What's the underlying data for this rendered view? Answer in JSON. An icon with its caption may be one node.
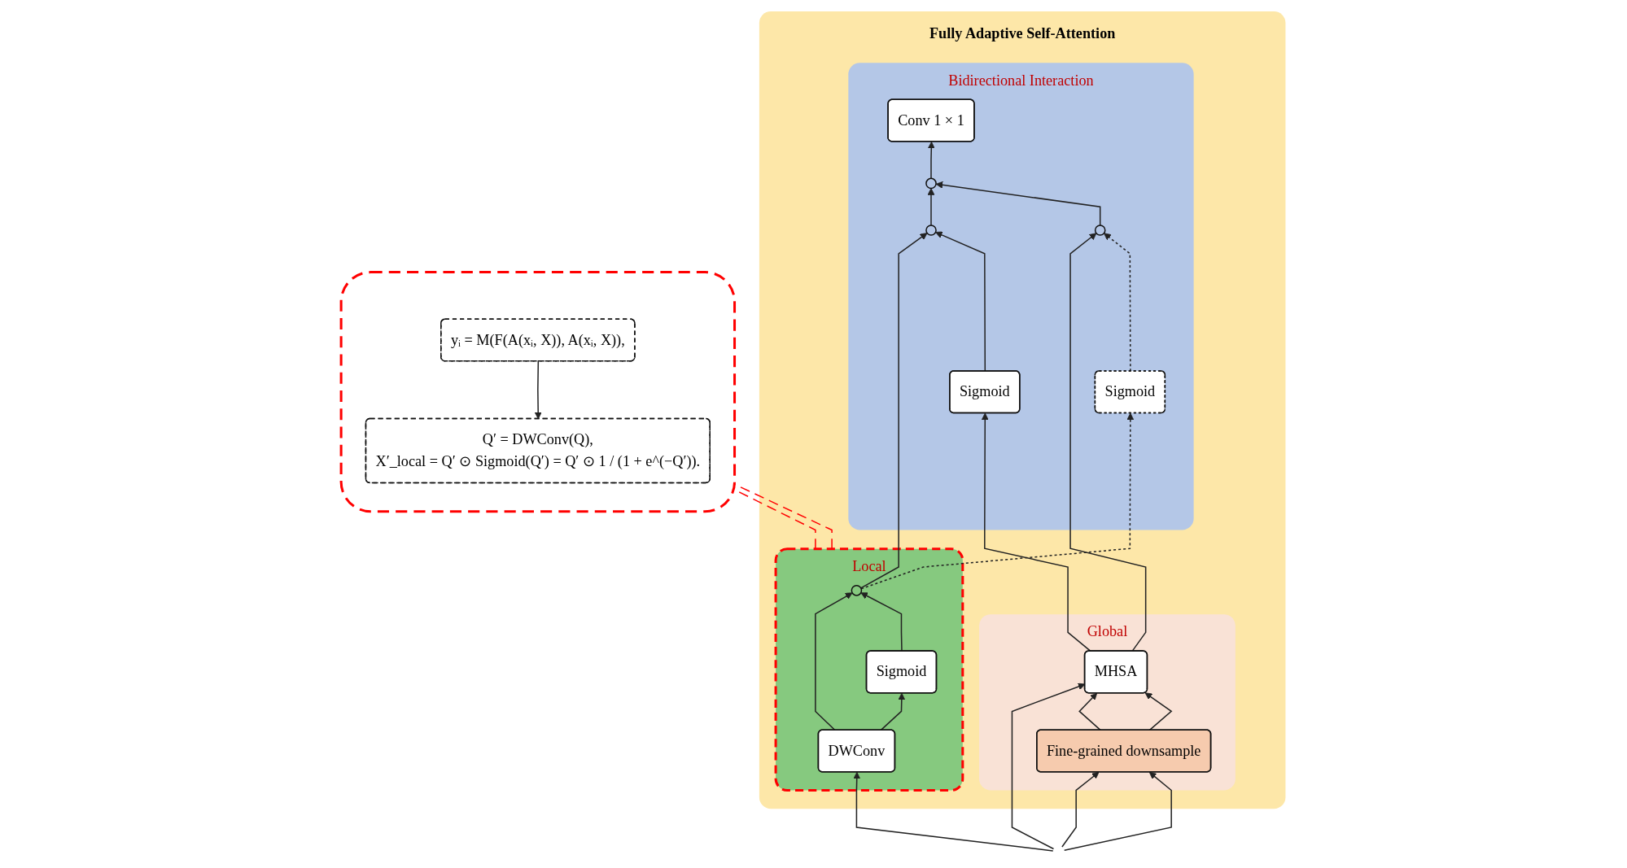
{
  "diagram": {
    "nodes": [
      {
        "text": [
          "Fully Adaptive Self-Attention"
        ]
      },
      {
        "text": [
          "Bidirectional Interaction"
        ],
        "in": 0
      },
      {
        "text": [
          "Conv 1 × 1"
        ],
        "in": 1
      },
      {
        "text": [],
        "shape": "circle",
        "in": 1
      },
      {
        "text": [],
        "shape": "circle",
        "in": 1
      },
      {
        "text": [
          "Sigmoid"
        ],
        "in": 1
      },
      {
        "text": [],
        "shape": "circle",
        "in": 1
      },
      {
        "text": [
          "Sigmoid"
        ],
        "in": 1
      },
      {
        "text": [
          "Local"
        ],
        "in": 0
      },
      {
        "text": [],
        "shape": "circle",
        "in": 8
      },
      {
        "text": [
          "Sigmoid"
        ],
        "in": 8
      },
      {
        "text": [
          "DWConv"
        ],
        "in": 8
      },
      {
        "text": [
          "Global"
        ],
        "in": 0
      },
      {
        "text": [
          "MHSA"
        ],
        "in": 12
      },
      {
        "text": [
          "Fine-grained downsample"
        ],
        "in": 12
      },
      {
        "text": [],
        "shape": "box"
      },
      {
        "text": [
          "yᵢ = M(F(A(xᵢ, X)), A(xᵢ, X)),"
        ],
        "in": 15
      },
      {
        "text": [
          "Q′ = DWConv(Q),",
          "X′_local = Q′ ⊙ Sigmoid(Q′) = Q′ ⊙ 1 / (1 + e^(−Q′))."
        ],
        "in": 15
      }
    ],
    "edges": [
      {
        "from": null,
        "to": 11,
        "arrow": "to"
      },
      {
        "from": null,
        "to": 13,
        "arrow": "to"
      },
      {
        "from": null,
        "to": 14,
        "arrow": "to"
      },
      {
        "from": null,
        "to": 14,
        "arrow": "to"
      },
      {
        "from": 14,
        "to": 13,
        "arrow": "to"
      },
      {
        "from": 14,
        "to": 13,
        "arrow": "to"
      },
      {
        "from": 11,
        "to": 10,
        "arrow": "to"
      },
      {
        "from": 11,
        "to": 9,
        "arrow": "to"
      },
      {
        "from": 10,
        "to": 9,
        "arrow": "to"
      },
      {
        "from": 9,
        "to": 4,
        "arrow": "to"
      },
      {
        "from": 9,
        "to": 5,
        "arrow": "to",
        "style": "dashed"
      },
      {
        "from": 13,
        "to": 7,
        "arrow": "to"
      },
      {
        "from": 13,
        "to": 6,
        "arrow": "to"
      },
      {
        "from": 7,
        "to": 4,
        "arrow": "to"
      },
      {
        "from": 5,
        "to": 6,
        "arrow": "to",
        "style": "dashed"
      },
      {
        "from": 4,
        "to": 3,
        "arrow": "to"
      },
      {
        "from": 6,
        "to": 3,
        "arrow": "to"
      },
      {
        "from": 3,
        "to": 2,
        "arrow": "to"
      },
      {
        "from": 16,
        "to": 17,
        "arrow": "to"
      },
      {
        "from": 8,
        "to": 15,
        "arrow": "none",
        "style": "dashed",
        "color": "#ff0000"
      },
      {
        "from": 8,
        "to": 15,
        "arrow": "none",
        "style": "dashed",
        "color": "#ff0000"
      }
    ]
  }
}
